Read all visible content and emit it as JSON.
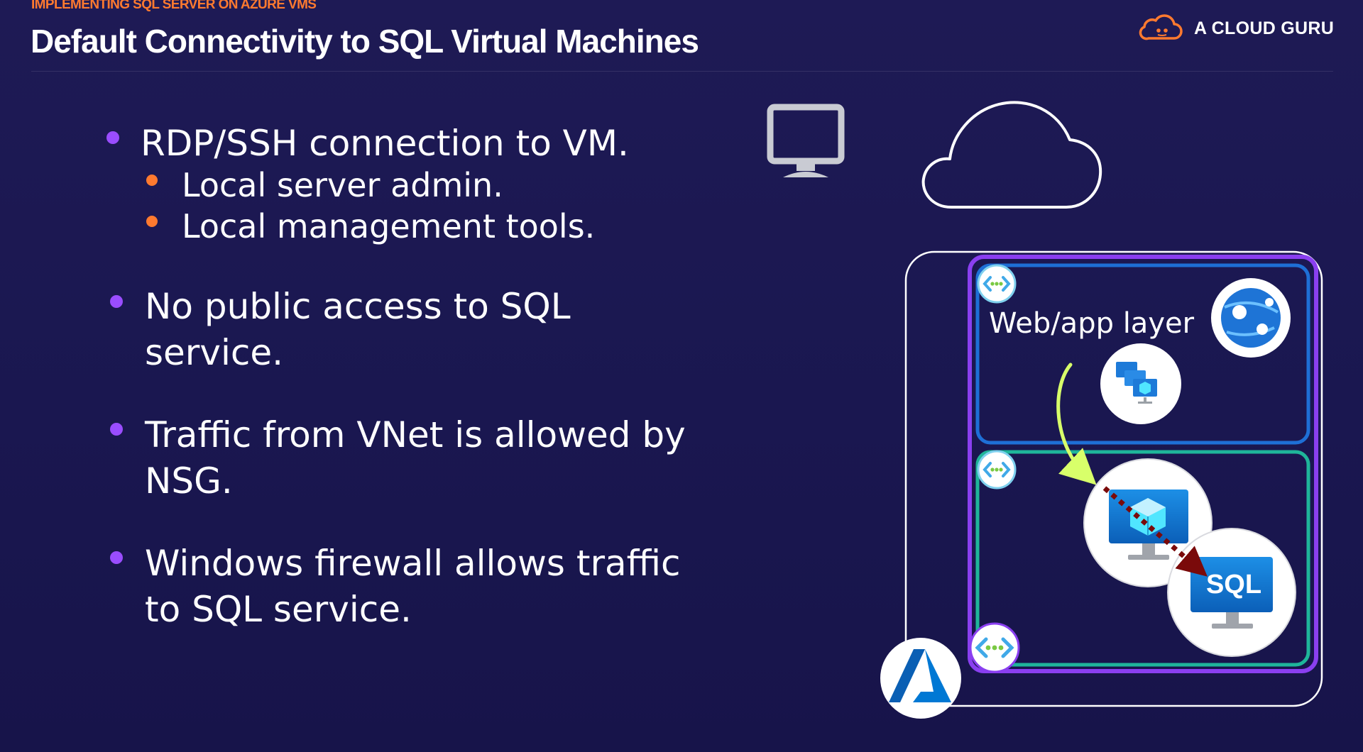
{
  "header": {
    "eyebrow": "IMPLEMENTING SQL SERVER ON AZURE VMS",
    "title": "Default Connectivity to SQL Virtual Machines"
  },
  "brand": {
    "name": "A CLOUD GURU",
    "logo_icon": "cloud-logo-icon"
  },
  "bullets": [
    {
      "text": "RDP/SSH connection to VM.",
      "sub": [
        "Local server admin.",
        "Local management tools."
      ]
    },
    {
      "line1": "No public access to SQL",
      "line2": "service."
    },
    {
      "line1": "Traffic from VNet is allowed by",
      "line2": "NSG."
    },
    {
      "line1": "Windows firewall allows traffic",
      "line2": "to SQL service."
    }
  ],
  "diagram": {
    "web_layer_label": "Web/app layer",
    "sql_badge": "SQL",
    "icons": [
      "monitor-icon",
      "internet-cloud-icon",
      "azure-logo-icon",
      "globe-app-service-icon",
      "vm-scale-set-icon",
      "virtual-machine-icon",
      "sql-vm-icon",
      "subnet-icon",
      "vnet-icon"
    ]
  },
  "colors": {
    "background": "#1c1852",
    "eyebrow": "#ff7a2f",
    "main_bullet": "#9a4dff",
    "sub_bullet": "#ff7a2f",
    "vnet_border": "#8a3ff0",
    "web_subnet_border": "#1e6fd6",
    "data_subnet_border": "#1fb59a",
    "flow_arrow": "#d8ff6a",
    "sql_arrow": "#7a0a0a",
    "azure_blue": "#0078d4"
  }
}
